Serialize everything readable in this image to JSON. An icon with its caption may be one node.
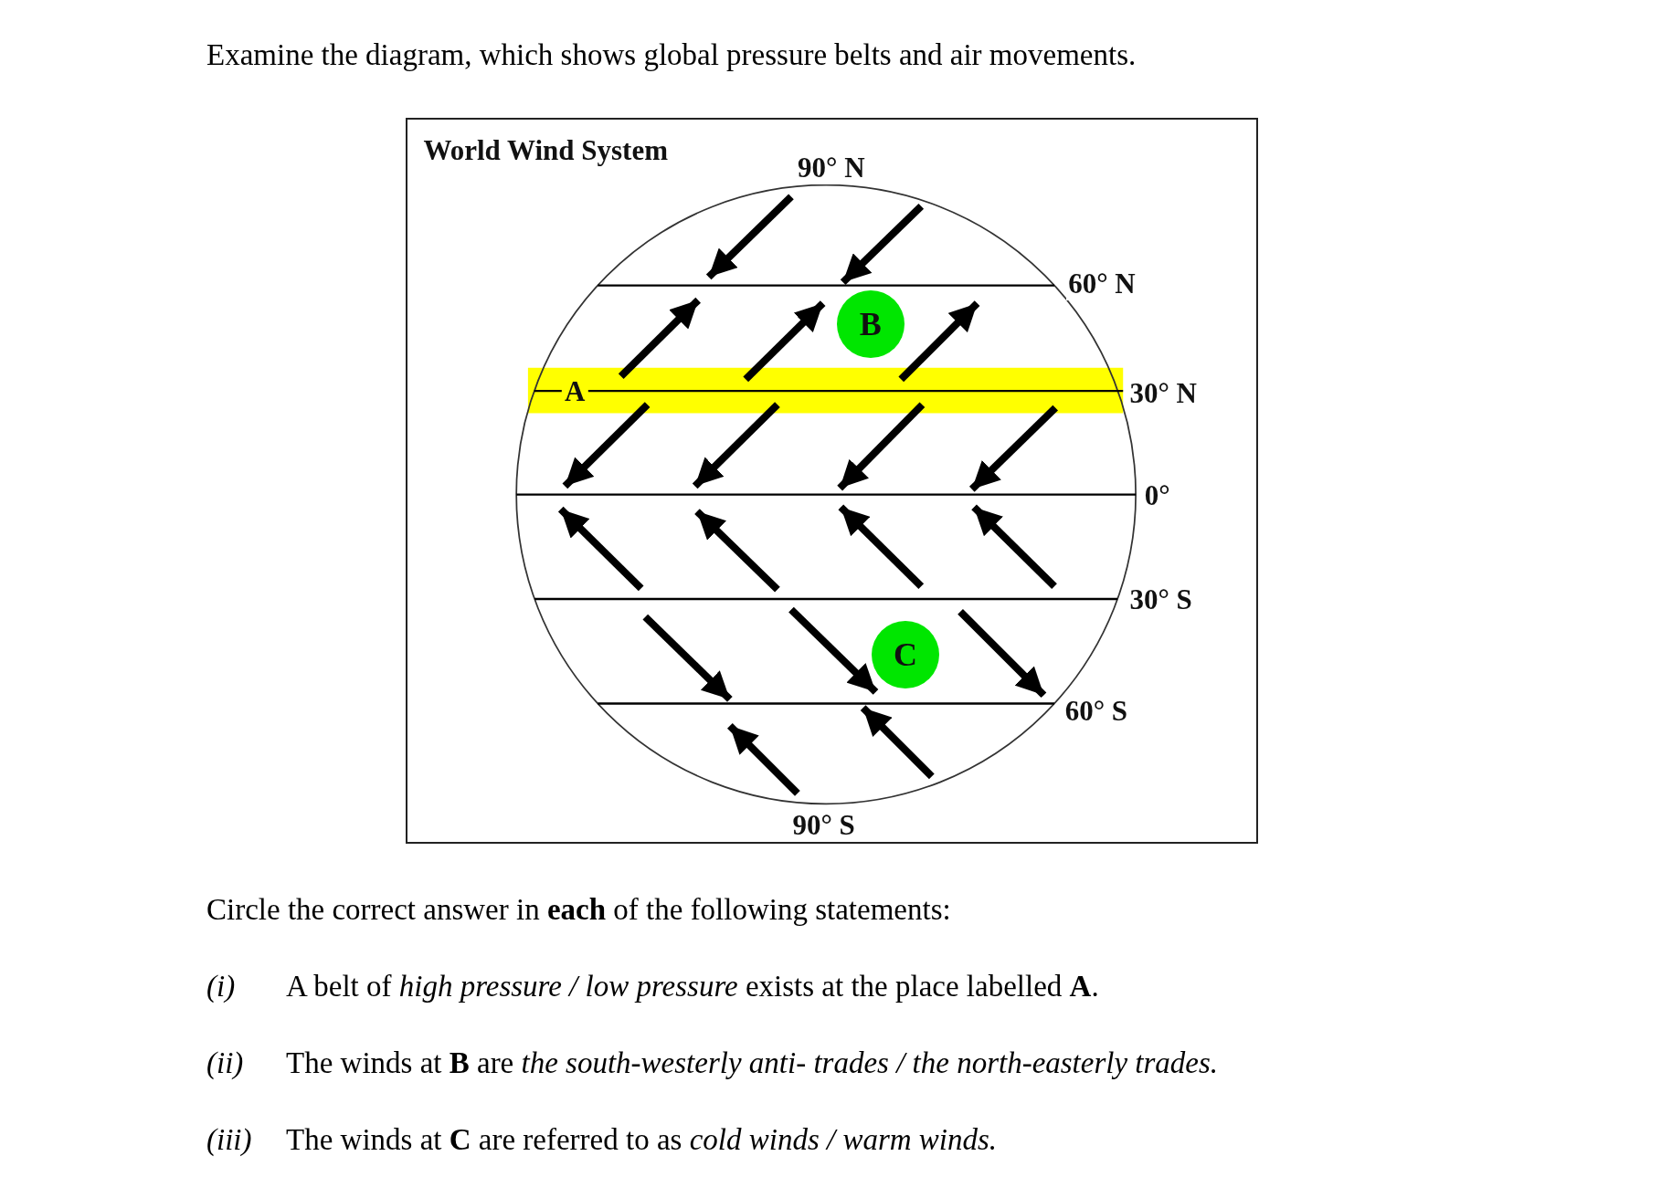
{
  "diagram": {
    "title": "Examine the diagram, which shows global pressure belts and air movements.",
    "nodes": [
      {
        "text": [
          "World Wind System"
        ]
      },
      {
        "text": [
          "B"
        ],
        "in": 0
      },
      {
        "text": [
          "C"
        ],
        "in": 0
      }
    ],
    "labels": [
      "A",
      "90° N",
      "60° N",
      "30° N",
      "0°",
      "30° S",
      "60° S",
      "90° S",
      "Circle the correct answer in **each** of the following statements:",
      "(i)",
      "A belt of *high pressure / low pressure* exists at the place labelled **A**.",
      "(ii)",
      "The winds at **B** are *the south-westerly anti- trades / the north-easterly trades.*",
      "(iii)",
      "The winds at **C** are referred to as *cold winds / warm winds.*"
    ]
  }
}
